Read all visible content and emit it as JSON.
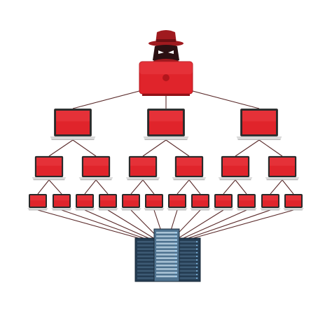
{
  "diagram": {
    "kind": "botnet-network",
    "colors": {
      "node_red": "#e0242b",
      "node_red_dark": "#b3161c",
      "screen_bezel": "#2a2a2a",
      "laptop_base": "#d9d9d9",
      "link_line": "#5a2a2a",
      "hacker": "#a01a1f",
      "server_dark": "#243c52",
      "server_light": "#4f7390",
      "server_led": "#8fd0ff"
    },
    "nodes": {
      "hacker": {
        "icon": "hacker-with-laptop-icon"
      },
      "level1_laptops": {
        "count": 3,
        "icon": "laptop-icon"
      },
      "level2_laptops": {
        "count": 6,
        "icon": "laptop-icon"
      },
      "level3_laptops": {
        "count": 12,
        "icon": "laptop-icon"
      },
      "server": {
        "icon": "server-rack-icon"
      }
    }
  }
}
